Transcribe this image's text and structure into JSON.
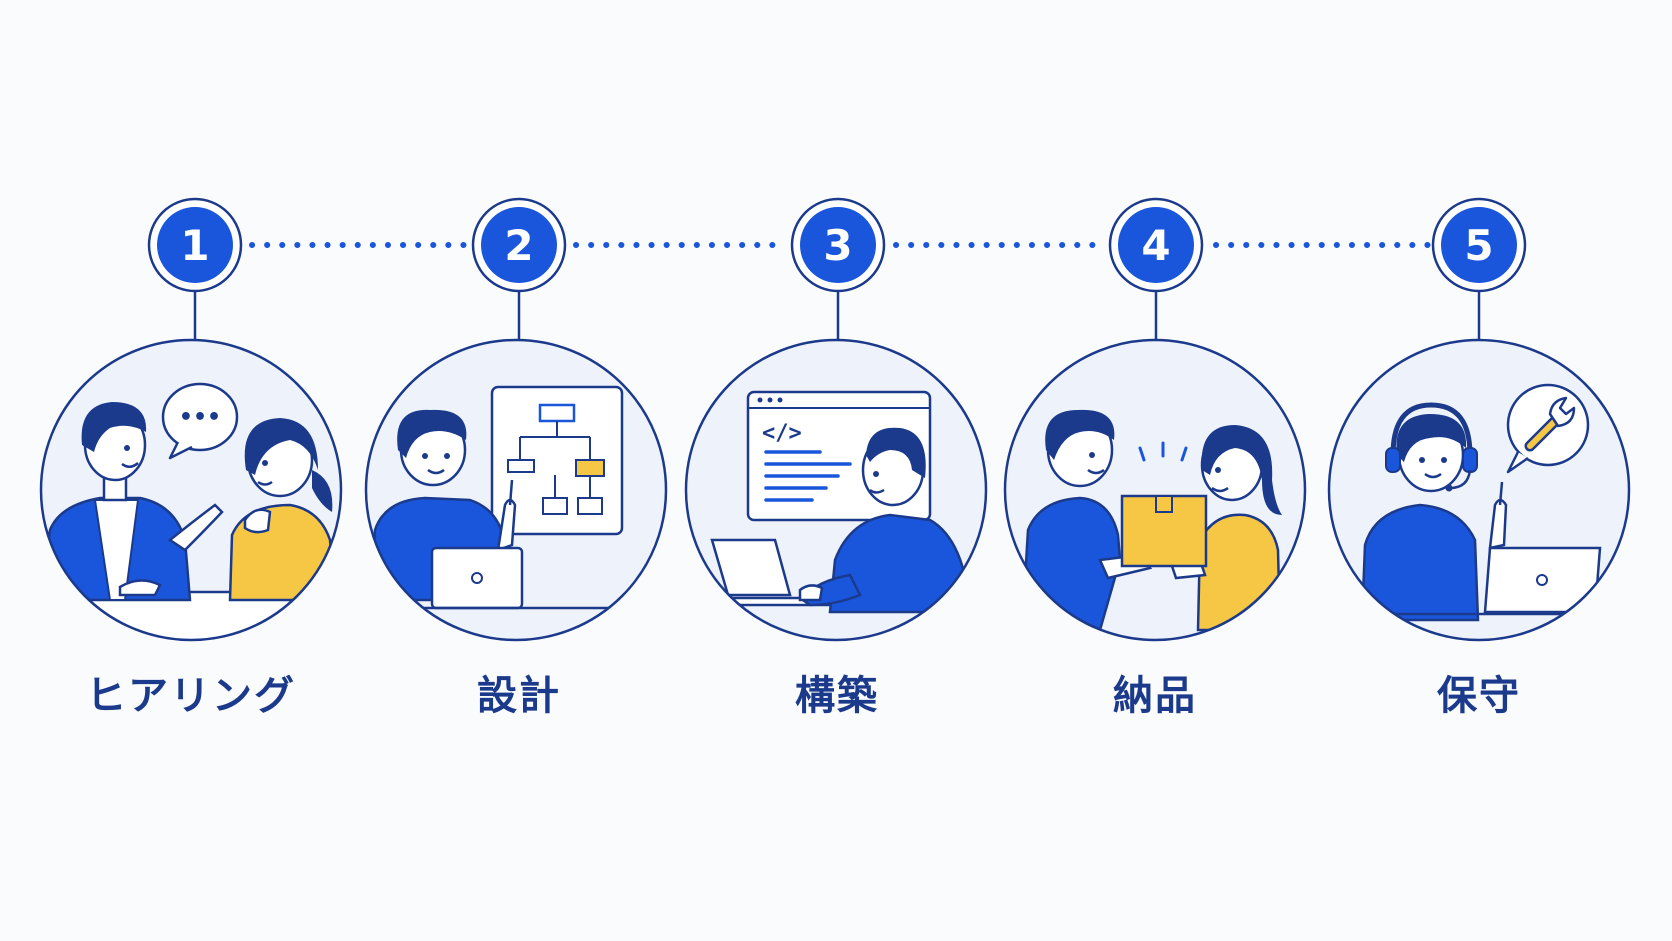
{
  "steps": [
    {
      "number": "1",
      "label": "ヒアリング",
      "scene": "hearing"
    },
    {
      "number": "2",
      "label": "設計",
      "scene": "design"
    },
    {
      "number": "3",
      "label": "構築",
      "scene": "build"
    },
    {
      "number": "4",
      "label": "納品",
      "scene": "delivery"
    },
    {
      "number": "5",
      "label": "保守",
      "scene": "maintenance"
    }
  ],
  "code_snippet": "</>",
  "chat_ellipsis": "•••",
  "colors": {
    "primary": "#1a56db",
    "navy": "#1c3a8c",
    "accent_yellow": "#f6c744",
    "scene_bg": "#eef2fb",
    "connector_dots": "#1a56db",
    "background": "#fafbfd"
  }
}
